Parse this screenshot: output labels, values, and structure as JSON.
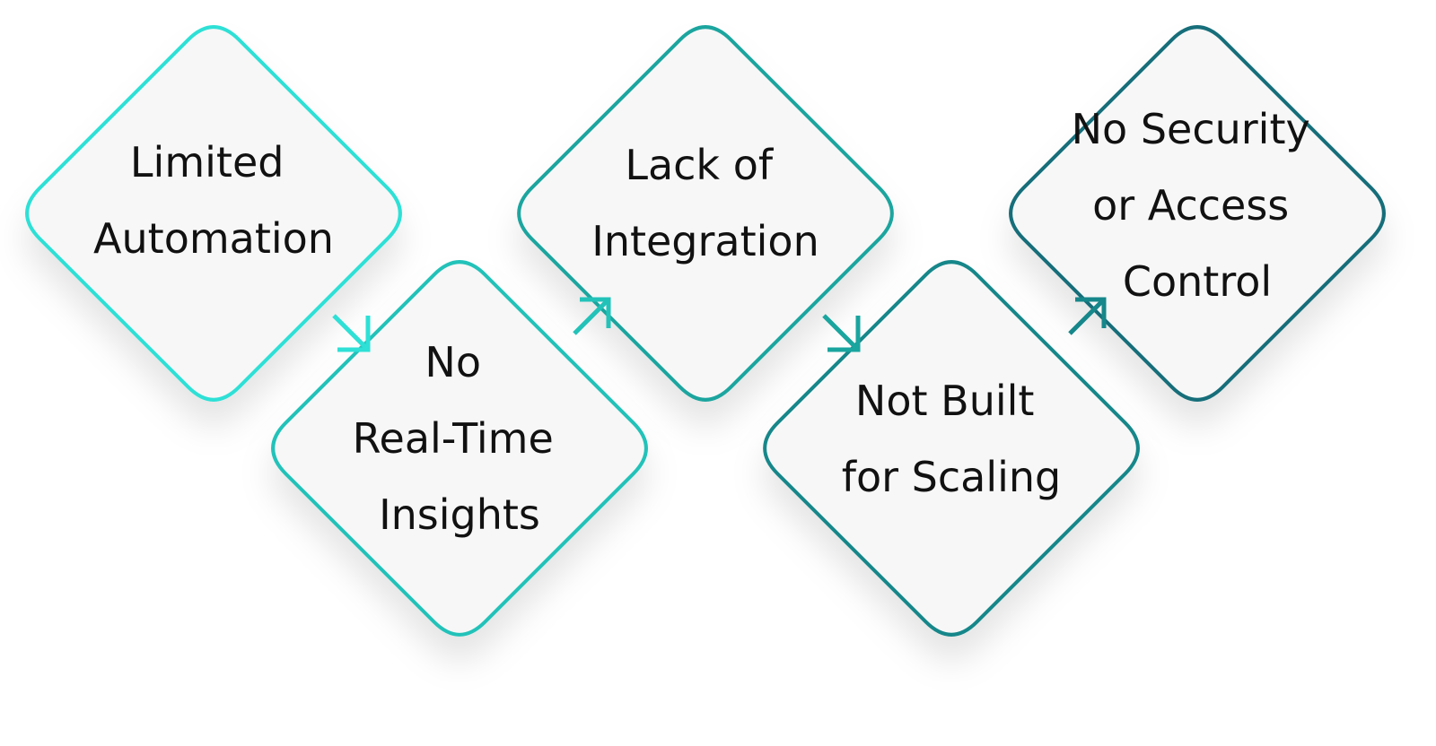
{
  "steps": [
    {
      "lines": [
        "Limited",
        "Automation"
      ],
      "color": "#2ee0d6"
    },
    {
      "lines": [
        "No",
        "Real-Time",
        "Insights"
      ],
      "color": "#23c2b9"
    },
    {
      "lines": [
        "Lack of",
        "Integration"
      ],
      "color": "#1aa59f"
    },
    {
      "lines": [
        "Not Built",
        "for Scaling"
      ],
      "color": "#16878a"
    },
    {
      "lines": [
        "No Security",
        "or Access",
        "Control"
      ],
      "color": "#166e7a"
    }
  ]
}
